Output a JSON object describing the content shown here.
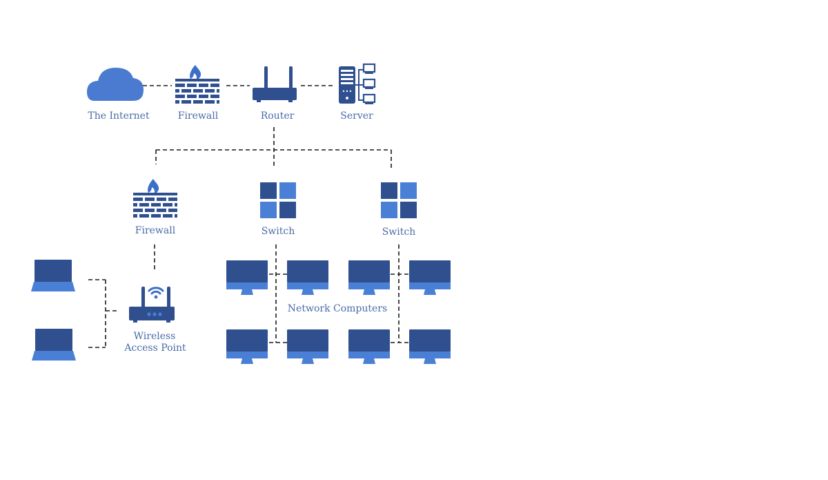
{
  "labels": {
    "internet": "The Internet",
    "firewall_top": "Firewall",
    "router": "Router",
    "server": "Server",
    "firewall_lan": "Firewall",
    "switch_1": "Switch",
    "switch_2": "Switch",
    "wap_line1": "Wireless",
    "wap_line2": "Access Point",
    "network_computers": "Network Computers"
  },
  "colors": {
    "dark_blue": "#2f4f8f",
    "mid_blue": "#3c6fc7",
    "light_blue": "#4a7fd6",
    "cloud": "#4a7bd0",
    "label": "#4a6aa8",
    "line": "#1a1a1a",
    "background": "#ffffff"
  },
  "icons": {
    "internet": "cloud-icon",
    "firewall": "firewall-icon",
    "router": "router-icon",
    "server": "server-icon",
    "switch": "switch-icon",
    "wap": "wireless-router-icon",
    "laptop": "laptop-icon",
    "monitor": "monitor-icon"
  }
}
